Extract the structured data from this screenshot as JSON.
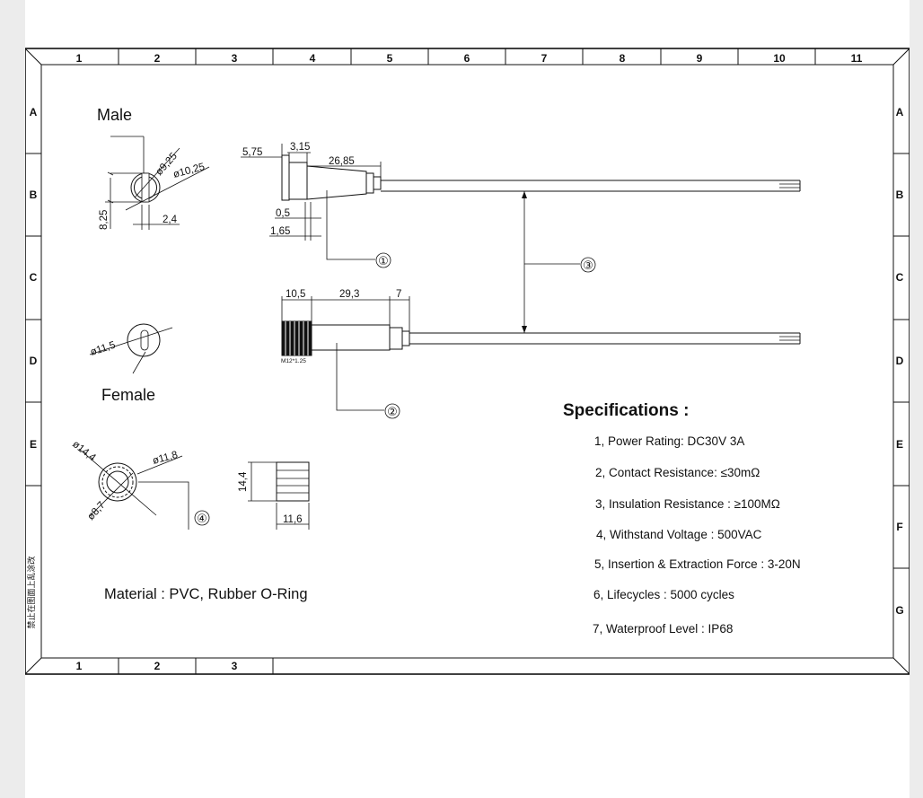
{
  "border": {
    "top_columns": [
      "1",
      "2",
      "3",
      "4",
      "5",
      "6",
      "7",
      "8",
      "9",
      "10",
      "11"
    ],
    "bottom_columns": [
      "1",
      "2",
      "3"
    ],
    "left_rows": [
      "A",
      "B",
      "C",
      "D",
      "E"
    ],
    "right_rows": [
      "A",
      "B",
      "C",
      "D",
      "E",
      "F",
      "G"
    ],
    "side_note": "禁止在图面上乱涂改"
  },
  "views": {
    "male_label": "Male",
    "female_label": "Female",
    "male_dims": {
      "d925": "ø9,25",
      "d1025": "ø10,25",
      "h825": "8,25",
      "w24": "2,4"
    },
    "female_dims": {
      "d115": "ø11,5"
    },
    "nut_dims": {
      "d144": "ø14,4",
      "d118": "ø11,8",
      "d87": "ø8,7"
    },
    "nut_side_dims": {
      "h144": "14,4",
      "w116": "11,6"
    }
  },
  "side_views": {
    "male_dims": {
      "a575": "5,75",
      "a315": "3,15",
      "a2685": "26,85",
      "a05": "0,5",
      "a165": "1,65"
    },
    "female_dims": {
      "b105": "10,5",
      "b293": "29,3",
      "b7": "7",
      "thread": "M12*1.25"
    }
  },
  "callouts": [
    "①",
    "②",
    "③",
    "④"
  ],
  "material": "Material : PVC,  Rubber O-Ring",
  "specs": {
    "title": "Specifications :",
    "items": [
      "1, Power Rating: DC30V 3A",
      "2, Contact Resistance: ≤30mΩ",
      "3, Insulation Resistance : ≥100MΩ",
      "4, Withstand Voltage : 500VAC",
      "5, Insertion & Extraction Force : 3-20N",
      "6, Lifecycles : 5000 cycles",
      "7, Waterproof Level : IP68"
    ]
  }
}
